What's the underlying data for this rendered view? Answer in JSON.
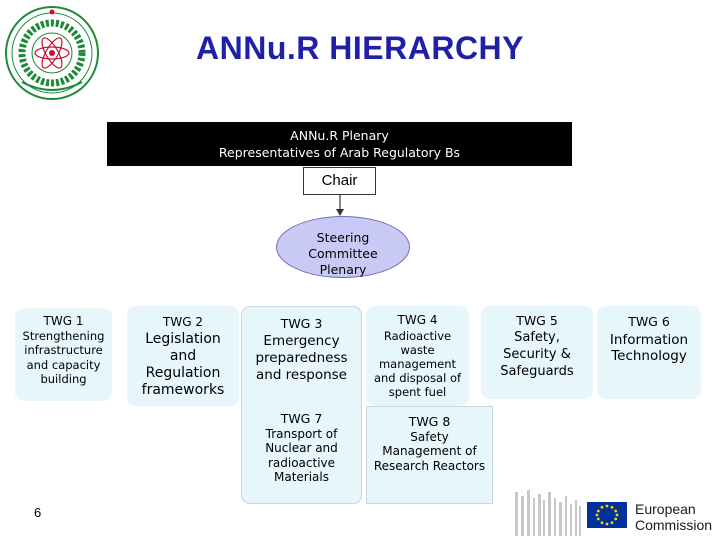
{
  "title": "ANNu.R HIERARCHY",
  "plenary": {
    "line1": "ANNu.R Plenary",
    "line2": "Representatives of Arab Regulatory Bs"
  },
  "chair": "Chair",
  "steering": {
    "line1": "Steering",
    "line2": "Committee",
    "line3": "Plenary"
  },
  "twgs": [
    {
      "code": "TWG 1",
      "desc": [
        "Strengthening",
        "infrastructure",
        "and capacity",
        "building"
      ]
    },
    {
      "code": "TWG 2",
      "desc": [
        "Legislation",
        "and",
        "Regulation",
        "frameworks"
      ]
    },
    {
      "code": "TWG 3",
      "desc": [
        "Emergency",
        "preparedness",
        "and response"
      ]
    },
    {
      "code": "TWG 4",
      "desc": [
        "Radioactive",
        "waste",
        "management",
        "and disposal of",
        "spent fuel"
      ]
    },
    {
      "code": "TWG 5",
      "desc": [
        "Safety,",
        "Security &",
        "Safeguards"
      ]
    },
    {
      "code": "TWG 6",
      "desc": [
        "Information",
        "Technology"
      ]
    },
    {
      "code": "TWG 7",
      "desc": [
        "Transport of",
        "Nuclear and",
        "radioactive",
        "Materials"
      ]
    },
    {
      "code": "TWG 8",
      "desc": [
        "Safety",
        "Management of",
        "Research Reactors"
      ]
    }
  ],
  "page_number": "6",
  "footer_logo": {
    "line1": "European",
    "line2": "Commission"
  },
  "colors": {
    "title": "#1f1fa8",
    "plenary_bg": "#000000",
    "steering_fill": "#c9c9f5",
    "twg_fill": "#e6f6fb",
    "eu_blue": "#003399",
    "eu_star": "#ffcc00",
    "logo_green": "#1d8a3a",
    "logo_red": "#c8102e"
  }
}
